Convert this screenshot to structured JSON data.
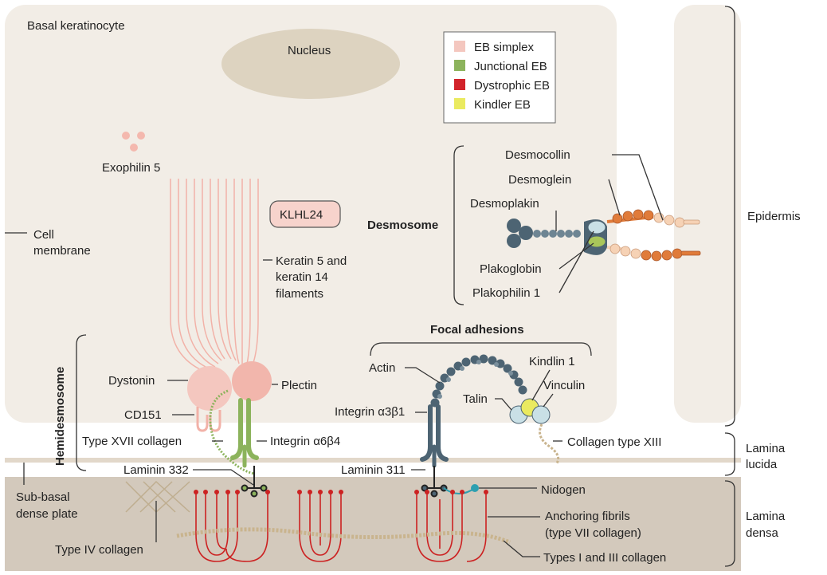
{
  "colors": {
    "cell_bg": "#f2ede6",
    "membrane_band": "#e2d8ca",
    "lamina_densa": "#d3c9bc",
    "nucleus": "#ddd3c0",
    "eb_simplex": "#f4c7bf",
    "junctional_eb": "#8cb35c",
    "dystrophic_eb": "#d2232a",
    "kindler_eb": "#eaea60",
    "protein_dark": "#4d6473",
    "desmoglein_orange": "#e07b3a",
    "desmocollin_peach": "#f6d2b5",
    "collagen_tan": "#c9b48e",
    "nidogen_blue": "#2d9fb0",
    "anchoring_red": "#cc2222"
  },
  "legend": {
    "items": [
      {
        "label": "EB simplex",
        "color": "#f4c7bf"
      },
      {
        "label": "Junctional EB",
        "color": "#8cb35c"
      },
      {
        "label": "Dystrophic EB",
        "color": "#d2232a"
      },
      {
        "label": "Kindler EB",
        "color": "#eaea60"
      }
    ]
  },
  "regions": {
    "basal_keratinocyte": "Basal keratinocyte",
    "nucleus": "Nucleus",
    "cell_membrane_1": "Cell",
    "cell_membrane_2": "membrane",
    "epidermis": "Epidermis",
    "lamina_lucida_1": "Lamina",
    "lamina_lucida_2": "lucida",
    "lamina_densa_1": "Lamina",
    "lamina_densa_2": "densa",
    "sub_basal_1": "Sub-basal",
    "sub_basal_2": "dense plate",
    "hemidesmosome": "Hemidesmosome"
  },
  "labels": {
    "exophilin": "Exophilin 5",
    "klhl24": "KLHL24",
    "keratin_1": "Keratin 5 and",
    "keratin_2": "keratin 14",
    "keratin_3": "filaments",
    "desmosome": "Desmosome",
    "desmocollin": "Desmocollin",
    "desmoglein": "Desmoglein",
    "desmoplakin": "Desmoplakin",
    "plakoglobin": "Plakoglobin",
    "plakophilin": "Plakophilin 1",
    "focal_adhesions": "Focal adhesions",
    "actin": "Actin",
    "kindlin": "Kindlin 1",
    "vinculin": "Vinculin",
    "talin": "Talin",
    "integrin_a3b1": "Integrin α3β1",
    "collagen_xiii": "Collagen type XIII",
    "dystonin": "Dystonin",
    "plectin": "Plectin",
    "cd151": "CD151",
    "collagen_xvii": "Type XVII collagen",
    "integrin_a6b4": "Integrin α6β4",
    "laminin_332": "Laminin 332",
    "laminin_311": "Laminin 311",
    "nidogen": "Nidogen",
    "anchoring_1": "Anchoring fibrils",
    "anchoring_2": "(type VII collagen)",
    "collagen_i_iii": "Types I and III collagen",
    "collagen_iv": "Type IV collagen"
  }
}
